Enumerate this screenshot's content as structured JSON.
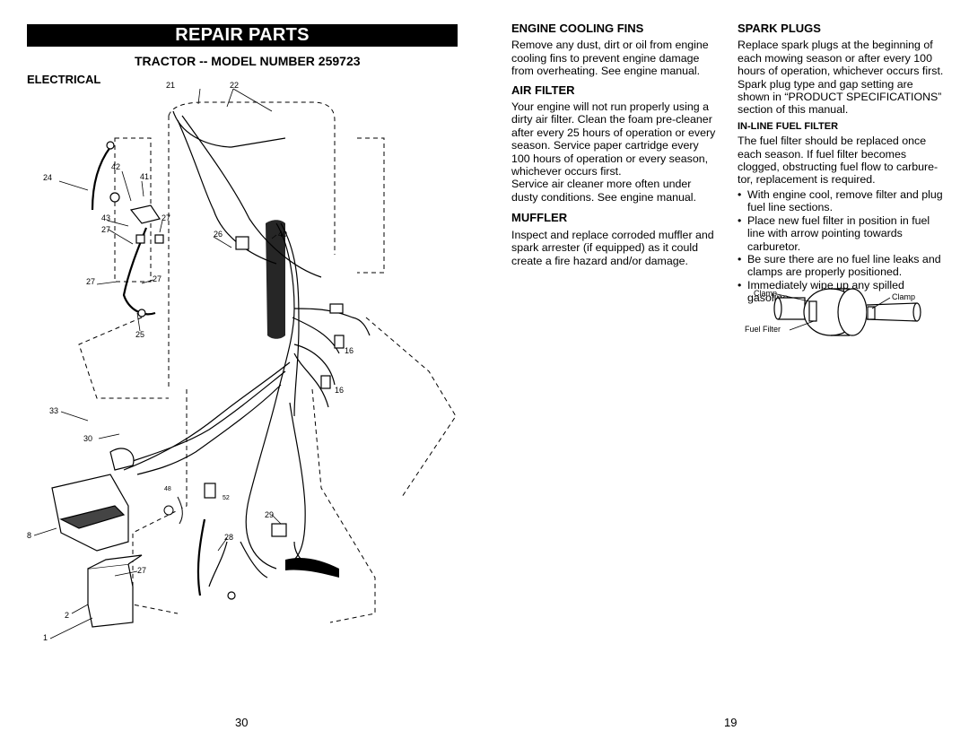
{
  "left_page": {
    "banner": "REPAIR PARTS",
    "subtitle": "TRACTOR -- MODEL NUMBER 259723",
    "section": "ELECTRICAL",
    "callouts": [
      "21",
      "22",
      "42",
      "41",
      "24",
      "43",
      "27",
      "27",
      "26",
      "40",
      "27",
      "27",
      "25",
      "16",
      "16",
      "33",
      "30",
      "48",
      "52",
      "29",
      "28",
      "8",
      "27",
      "2",
      "1"
    ],
    "page_number": "30"
  },
  "right_page": {
    "engine_cooling": {
      "heading": "ENGINE COOLING FINS",
      "text": "Remove any dust, dirt or oil from engine cooling fins to prevent engine damage from overheating. See engine manual."
    },
    "air_filter": {
      "heading": "AIR FILTER",
      "text1": "Your engine will not run properly using a dirty air filter. Clean the foam pre-cleaner after every 25 hours of operation or every season. Service paper cartridge every 100 hours of operation or every season, whichever occurs first.",
      "text2": "Service air cleaner more often under dusty conditions. See engine manual."
    },
    "muffler": {
      "heading": "MUFFLER",
      "text": "Inspect and replace corroded muffler and spark arrester (if equipped) as it could create a fire hazard and/or damage."
    },
    "spark_plugs": {
      "heading": "SPARK PLUGS",
      "text": "Replace spark plugs at the beginning of each mowing season or after every 100 hours of operation, whichever occurs first. Spark plug type and gap setting are shown in “PRODUCT SPECIFICATIONS” section of this manual."
    },
    "fuel_filter": {
      "heading": "IN-LINE FUEL FILTER",
      "text": "The fuel filter should be replaced once each season. If fuel filter becomes clogged, obstructing fuel flow to carbure-tor, replacement is required.",
      "bullets": [
        "With engine cool, remove filter and plug fuel line sections.",
        "Place new fuel filter in position in fuel line with arrow pointing towards carburetor.",
        "Be sure there are no fuel line leaks and clamps are properly positioned.",
        "Immediately wipe up any spilled gasoline."
      ],
      "figure_labels": {
        "clamp_left": "Clamp",
        "clamp_right": "Clamp",
        "fuel_filter": "Fuel Filter"
      }
    },
    "page_number": "19"
  }
}
